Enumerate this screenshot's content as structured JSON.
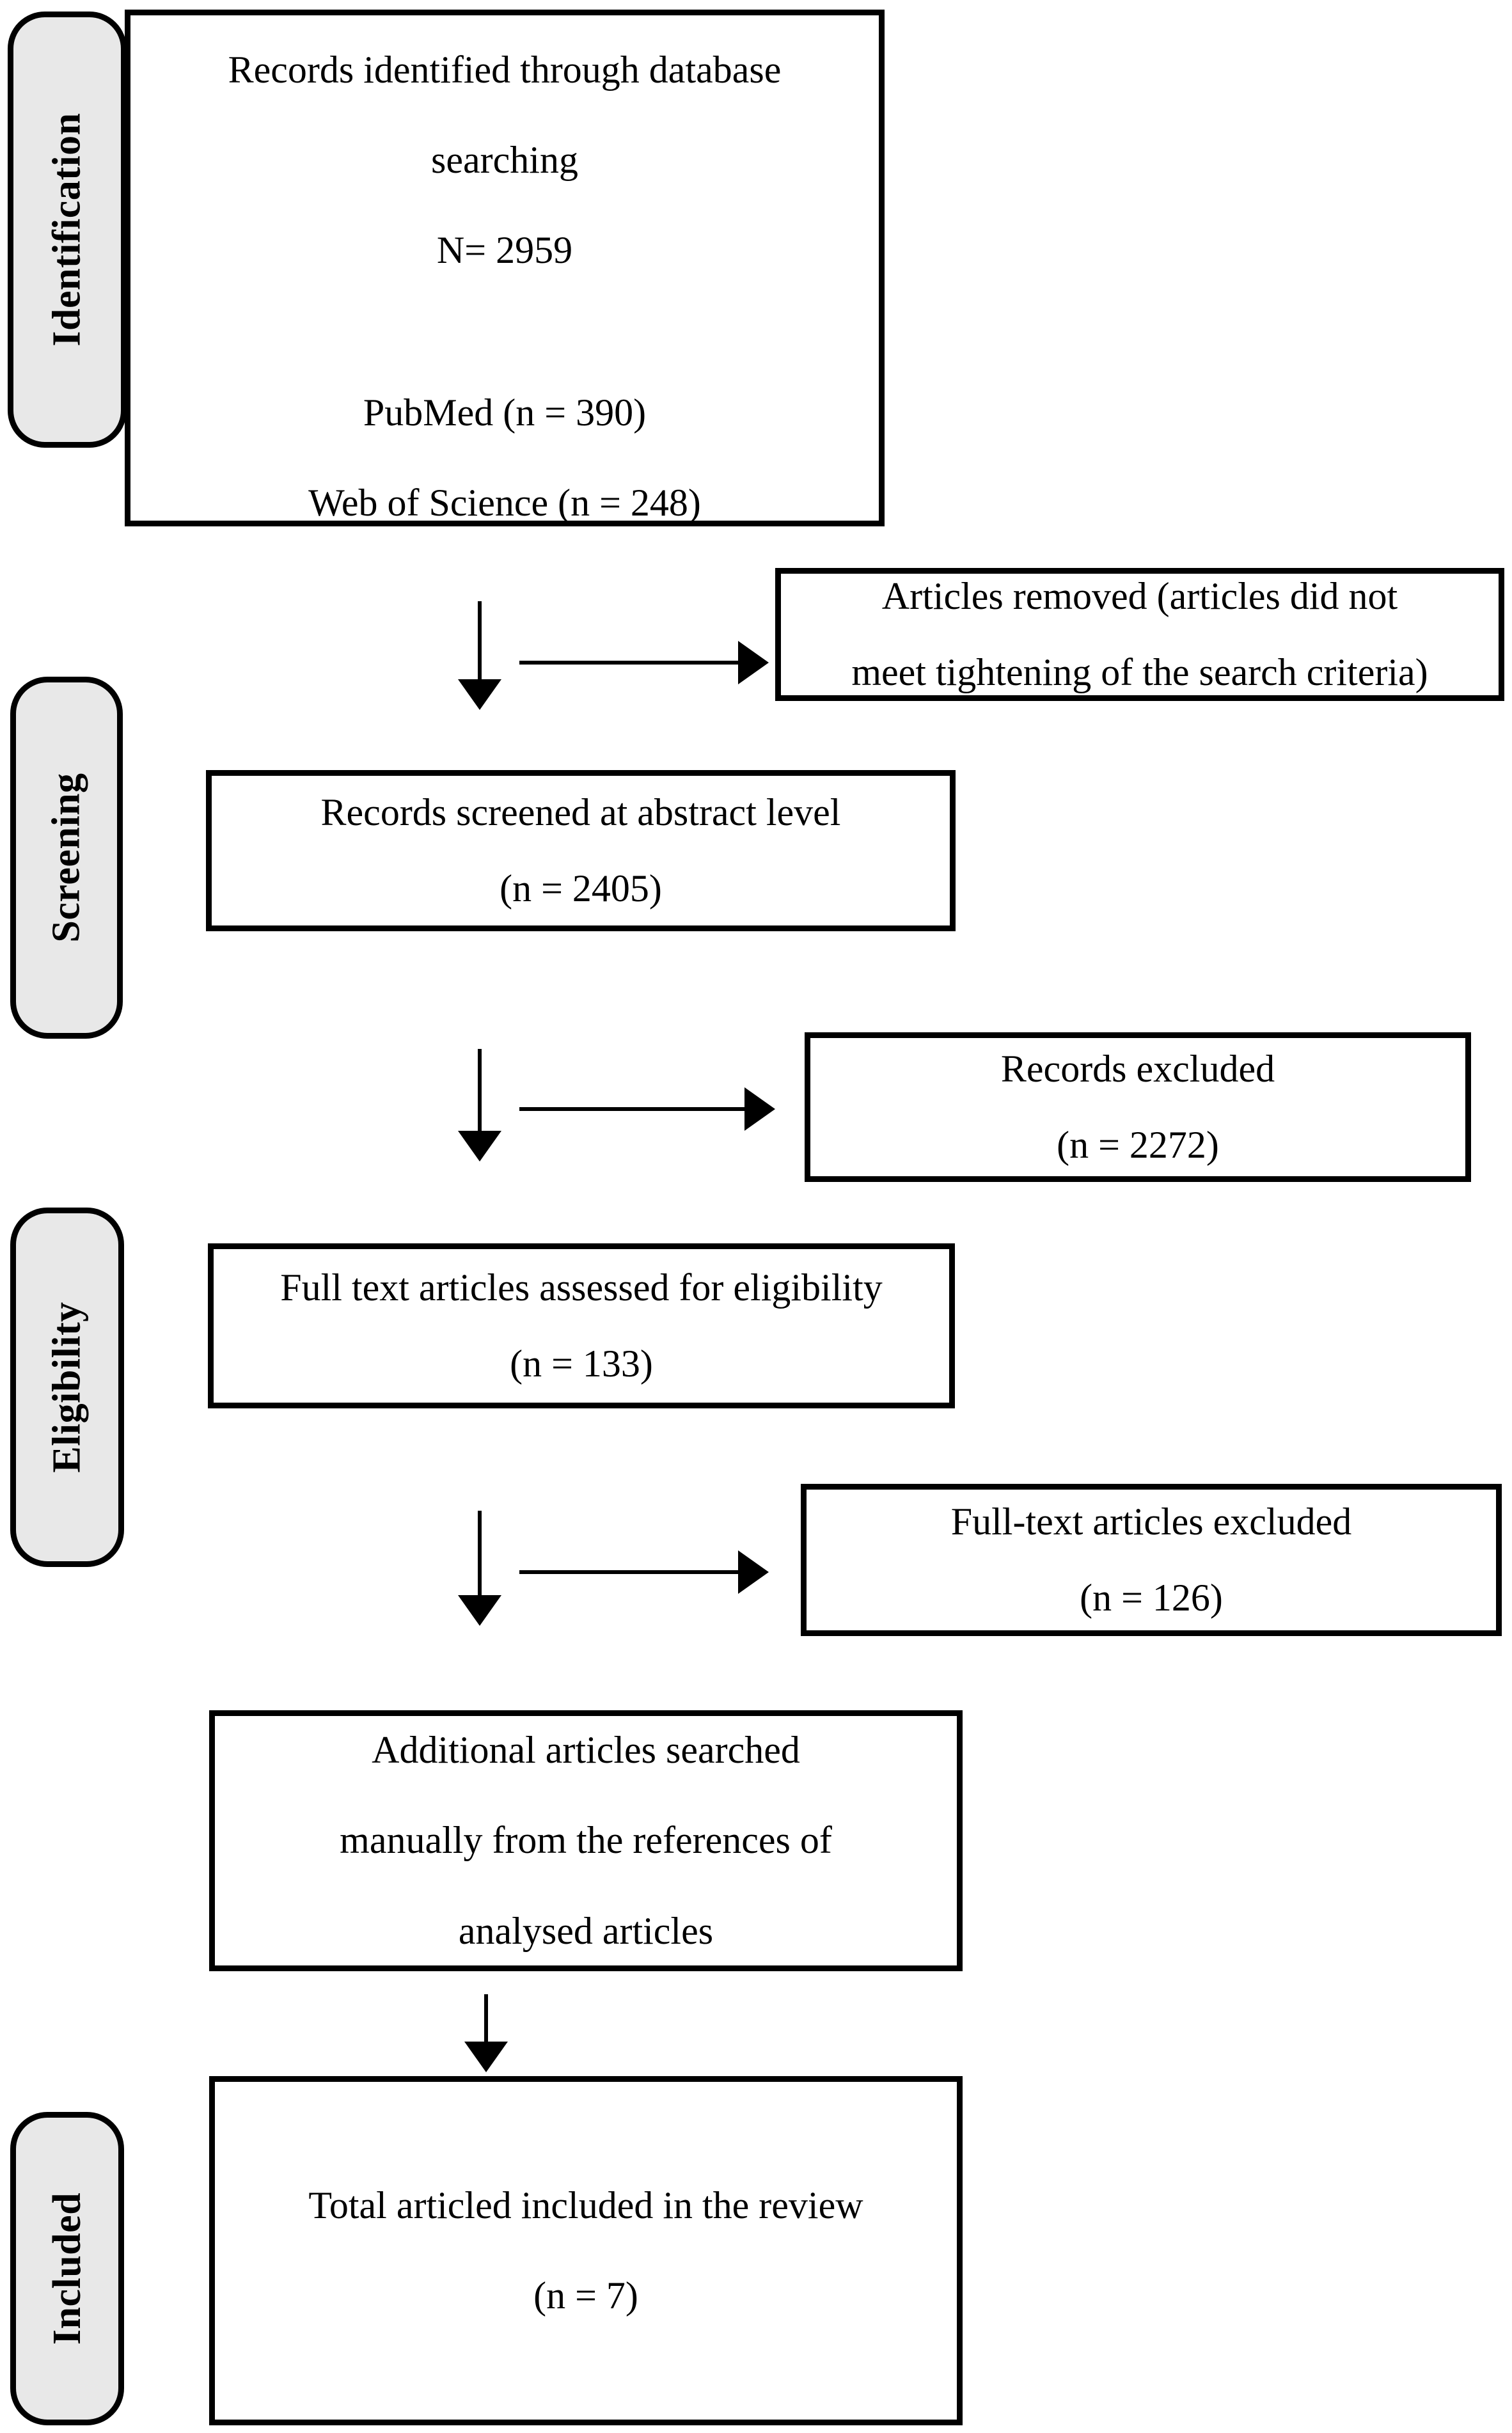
{
  "diagram": {
    "type": "prisma-flow-diagram",
    "stages": [
      {
        "id": "identification",
        "label": "Identification"
      },
      {
        "id": "screening",
        "label": "Screening"
      },
      {
        "id": "eligibility",
        "label": "Eligibility"
      },
      {
        "id": "included",
        "label": "Included"
      }
    ],
    "boxes": {
      "identified": {
        "line1": "Records identified through database",
        "line2": "searching",
        "line3": "N= 2959",
        "line4": "PubMed (n = 390)",
        "line5": "Web of Science (n = 248)"
      },
      "articles_removed": {
        "line1": "Articles removed (articles did not",
        "line2": "meet tightening of the search criteria)"
      },
      "records_screened": {
        "line1": "Records screened at abstract level",
        "line2": "(n = 2405)"
      },
      "records_excluded": {
        "line1": "Records excluded",
        "line2": "(n = 2272)"
      },
      "fulltext_assessed": {
        "line1": "Full text articles assessed for eligibility",
        "line2": "(n = 133)"
      },
      "fulltext_excluded": {
        "line1": "Full-text articles excluded",
        "line2": "(n = 126)"
      },
      "additional_articles": {
        "line1": "Additional articles searched",
        "line2": "manually from the references of",
        "line3": "analysed articles"
      },
      "total_included": {
        "line1": "Total articled included in the review",
        "line2": "(n = 7)"
      }
    },
    "colors": {
      "stage_fill": "#e8e8e8",
      "border": "#000000",
      "box_fill": "#ffffff",
      "text": "#000000"
    }
  }
}
